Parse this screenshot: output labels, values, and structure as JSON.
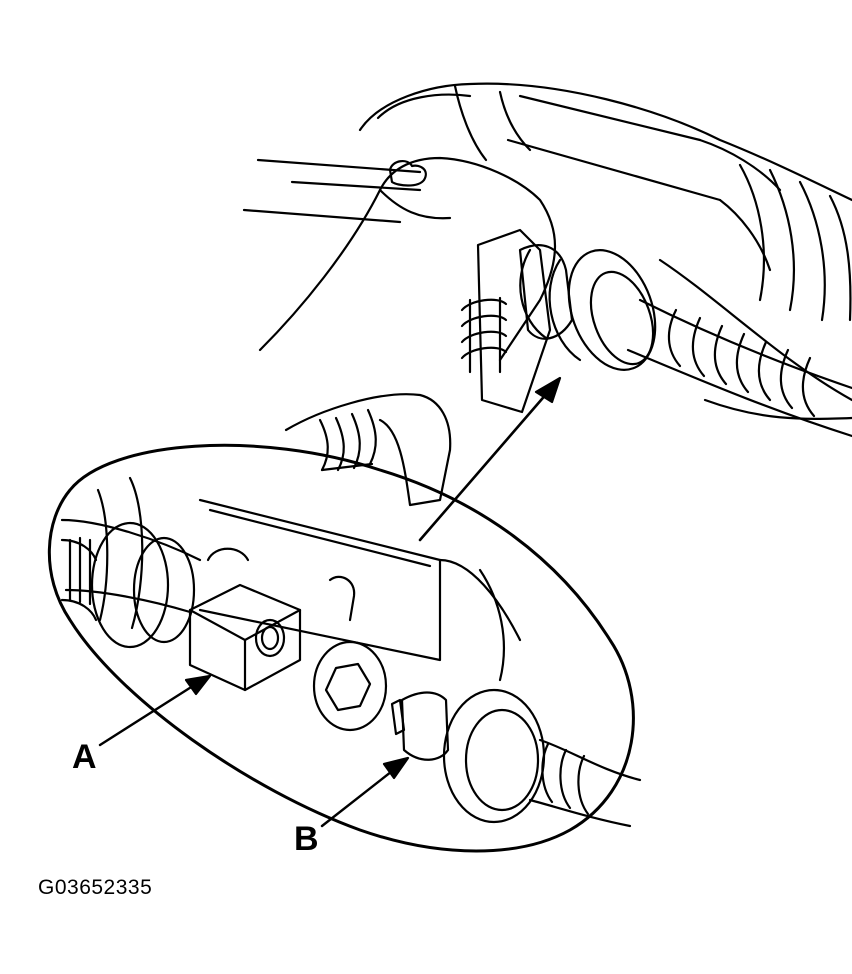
{
  "labels": {
    "a": "A",
    "b": "B"
  },
  "figure_id": "G03652335",
  "colors": {
    "ink": "#000000",
    "paper": "#ffffff"
  }
}
